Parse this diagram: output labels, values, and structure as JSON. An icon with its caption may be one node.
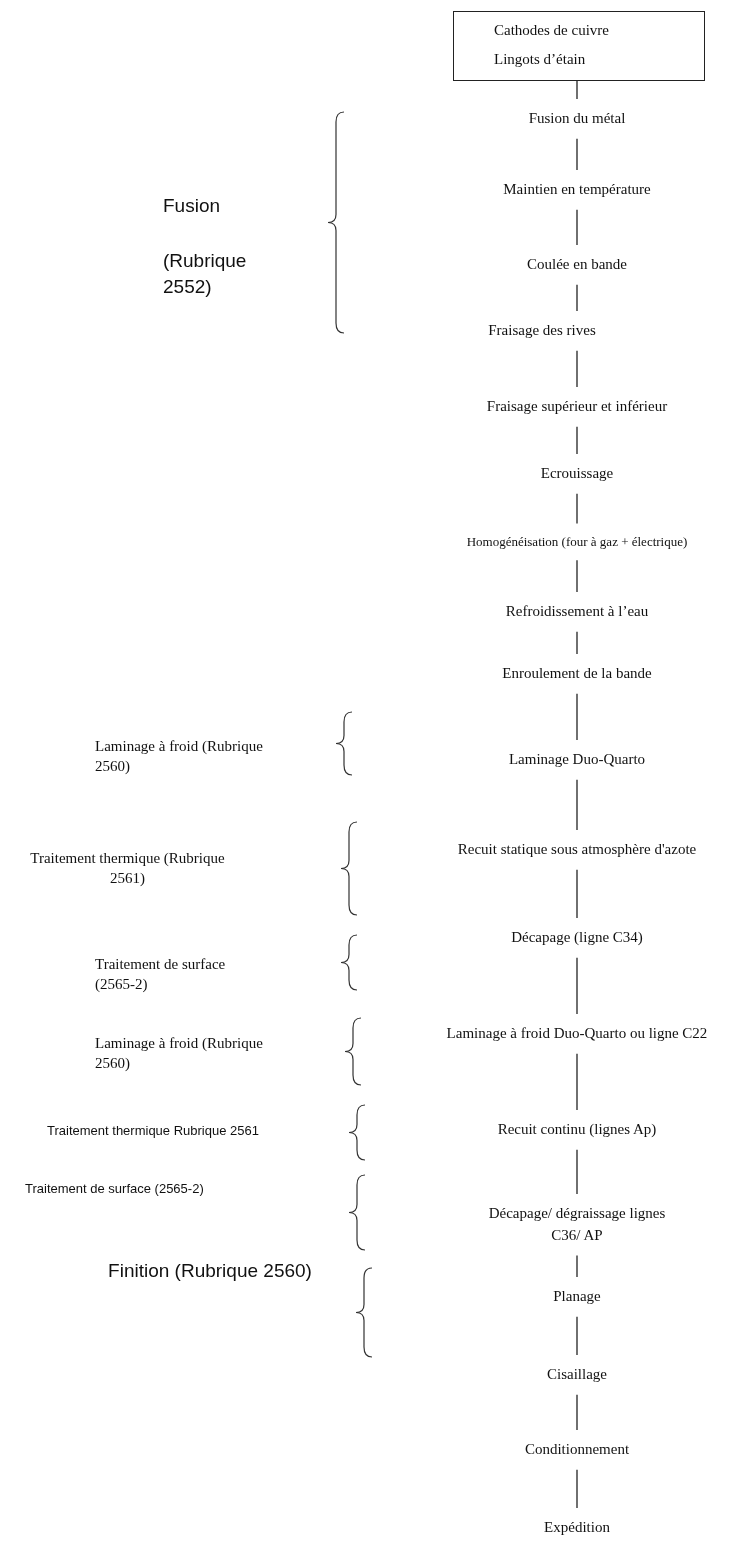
{
  "diagram": {
    "nodes": [
      {
        "text": [
          "Cathodes de cuivre",
          "Lingots d’étain"
        ]
      },
      {
        "text": [
          "Fusion du métal"
        ]
      },
      {
        "text": [
          "Maintien en température"
        ]
      },
      {
        "text": [
          "Coulée en bande"
        ]
      },
      {
        "text": [
          "Fraisage des rives"
        ]
      },
      {
        "text": [
          "Fraisage supérieur et inférieur"
        ]
      },
      {
        "text": [
          "Ecrouissage"
        ]
      },
      {
        "text": [
          "Homogénéisation (four à gaz + électrique)"
        ]
      },
      {
        "text": [
          "Refroidissement à l’eau"
        ]
      },
      {
        "text": [
          "Enroulement de la bande"
        ]
      },
      {
        "text": [
          "Laminage Duo-Quarto"
        ]
      },
      {
        "text": [
          "Recuit statique sous atmosphère d'azote"
        ]
      },
      {
        "text": [
          "Décapage (ligne C34)"
        ]
      },
      {
        "text": [
          "Laminage à froid Duo-Quarto ou ligne C22"
        ]
      },
      {
        "text": [
          "Recuit continu (lignes Ap)"
        ]
      },
      {
        "text": [
          "Décapage/ dégraissage lignes C36/ AP"
        ]
      },
      {
        "text": [
          "Planage"
        ]
      },
      {
        "text": [
          "Cisaillage"
        ]
      },
      {
        "text": [
          "Conditionnement"
        ]
      },
      {
        "text": [
          "Expédition"
        ]
      }
    ],
    "edges": [
      {
        "from": 0,
        "to": 1,
        "arrow": "none"
      },
      {
        "from": 1,
        "to": 2,
        "arrow": "none"
      },
      {
        "from": 2,
        "to": 3,
        "arrow": "none"
      },
      {
        "from": 3,
        "to": 4,
        "arrow": "none"
      },
      {
        "from": 4,
        "to": 5,
        "arrow": "none"
      },
      {
        "from": 5,
        "to": 6,
        "arrow": "none"
      },
      {
        "from": 6,
        "to": 7,
        "arrow": "none"
      },
      {
        "from": 7,
        "to": 8,
        "arrow": "none"
      },
      {
        "from": 8,
        "to": 9,
        "arrow": "none"
      },
      {
        "from": 9,
        "to": 10,
        "arrow": "none"
      },
      {
        "from": 10,
        "to": 11,
        "arrow": "none"
      },
      {
        "from": 11,
        "to": 12,
        "arrow": "none"
      },
      {
        "from": 12,
        "to": 13,
        "arrow": "none"
      },
      {
        "from": 13,
        "to": 14,
        "arrow": "none"
      },
      {
        "from": 14,
        "to": 15,
        "arrow": "none"
      },
      {
        "from": 15,
        "to": 16,
        "arrow": "none"
      },
      {
        "from": 16,
        "to": 17,
        "arrow": "none"
      },
      {
        "from": 17,
        "to": 18,
        "arrow": "none"
      },
      {
        "from": 18,
        "to": 19,
        "arrow": "none"
      }
    ],
    "labels": [
      "Fusion",
      "(Rubrique 2552)",
      "Laminage à froid (Rubrique 2560)",
      "Traitement thermique (Rubrique 2561)",
      "Traitement de surface (2565-2)",
      "Laminage à froid (Rubrique 2560)",
      "Traitement thermique Rubrique 2561",
      "Traitement de surface (2565-2)",
      "Finition (Rubrique 2560)"
    ]
  }
}
